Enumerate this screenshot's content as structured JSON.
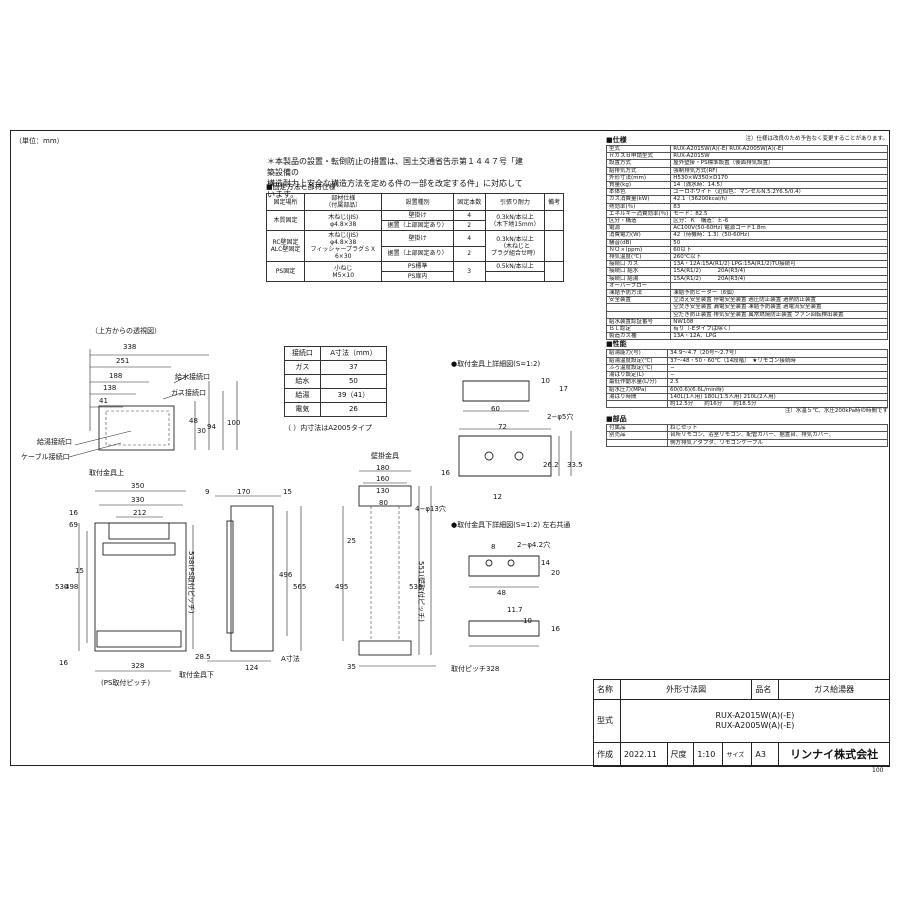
{
  "unit_label": "（単位：mm）",
  "page_number": "100",
  "notes": {
    "line1": "＊本製品の設置・転倒防止の措置は、国土交通省告示第１４４７号「建築設備の",
    "line2": "構造耐力上安全な構造方法を定める件の一部を改定する件」に対応しています。"
  },
  "fixing": {
    "title": "■固定方法と部材仕様",
    "headers": [
      "固定場所",
      "部材仕様\n（付属部品）",
      "設置種別",
      "固定本数",
      "引張り耐力",
      "備考"
    ],
    "rows": [
      {
        "place": "木質固定",
        "material": "木ねじ(JIS)\nφ4.8×38",
        "type1": "壁掛け",
        "type2": "据置（上部固定あり）",
        "n1": "4",
        "n2": "2",
        "force": "0.3kN/本以上\n（木下地15mm）",
        "note": ""
      },
      {
        "place": "RC壁固定\nALC壁固定",
        "material": "木ねじ(JIS)\nφ4.8×38\nフィッシャープラグＳＸ\n6×30",
        "type1": "壁掛け",
        "type2": "据置（上部固定あり）",
        "n1": "4",
        "n2": "2",
        "force": "0.3kN/本以上\n（木ねじと\nプラグ組合せ時）",
        "note": ""
      },
      {
        "place": "PS固定",
        "material": "小ねじ\nM5×10",
        "type1": "PS標準",
        "type2": "PS扉内",
        "n1": "3",
        "n2": "",
        "force": "0.5kN/本以上",
        "note": ""
      }
    ]
  },
  "dim_table": {
    "headers": [
      "接続口",
      "A寸法（mm）"
    ],
    "rows": [
      [
        "ガス",
        "37"
      ],
      [
        "給水",
        "50"
      ],
      [
        "給湯",
        "39（41）"
      ],
      [
        "電気",
        "26"
      ]
    ],
    "footnote": "（ ）内寸法はA2005タイプ"
  },
  "views": {
    "top_view": "（上方からの透視図）",
    "top_dims": [
      "338",
      "251",
      "188",
      "138",
      "41"
    ],
    "water_in": "給水接続口",
    "gas_in": "ガス接続口",
    "hot_out": "給湯接続口",
    "cable_out": "ケーブル接続口",
    "side_dims": [
      "94",
      "48",
      "30",
      "100"
    ],
    "bracket_top": "取付金具上",
    "bracket_bottom": "取付金具下",
    "front_dims": [
      "350",
      "330",
      "212",
      "16",
      "69",
      "530",
      "498",
      "15",
      "16",
      "328",
      "538(PS取付ピッチ)",
      "(PS取付ピッチ)"
    ],
    "side2_dims": [
      "9",
      "170",
      "15",
      "496",
      "565",
      "28.5",
      "124",
      "A寸法"
    ],
    "wall_title": "壁掛金具",
    "wall_dims": [
      "180",
      "160",
      "130",
      "80",
      "4−φ13穴",
      "25",
      "495",
      "535",
      "551(壁取付ピッチ)",
      "35"
    ],
    "pitch": "取付ピッチ328",
    "upper_detail": "●取付金具上詳細図(S=1:2)",
    "upper_dims": [
      "10",
      "17",
      "60",
      "72",
      "2−φ5穴",
      "16",
      "26.2",
      "33.5",
      "12"
    ],
    "lower_detail": "●取付金具下詳細図(S=1:2) 左右共通",
    "lower_dims": [
      "8",
      "2−φ4.2穴",
      "14",
      "20",
      "48",
      "11.7",
      "10",
      "16"
    ]
  },
  "spec": {
    "title": "■仕様",
    "note": "注）仕様は改良のため予告なく変更することがあります。",
    "rows": [
      [
        "型式",
        "RUX-A2015W(A)(-E)   RUX-A2005W(A)(-E)"
      ],
      [
        "ＲガスＢ申請型式",
        "RUX-A2015W"
      ],
      [
        "設置方式",
        "屋外壁掛・PS標準設置（後面排気設置）"
      ],
      [
        "給排気方式",
        "強制排気方式(RF)"
      ],
      [
        "外形寸法(mm)",
        "H530×W350×D170"
      ],
      [
        "質量(kg)",
        "14（満水時：14.5）"
      ],
      [
        "本体色",
        "ユーロホワイト（近似色：マンセルN.5.2Y6.5/0.4）"
      ],
      [
        "ガス消費量(kW)",
        "42.1（36200kcal/h）"
      ],
      [
        "熱効率(％)",
        "83"
      ],
      [
        "エネルギー消費効率(％)",
        "モード：82.5"
      ],
      [
        "区分・構造",
        "区分：Ｋ　構造：Ｅ-6"
      ],
      [
        "電源",
        "AC100V(50-60Hz) 電源コード1.8m"
      ],
      [
        "消費電力(W)",
        "42（待機時：1.3）(50-60Hz)"
      ],
      [
        "騒音(dB)",
        "50"
      ],
      [
        "ＮＯｘ(ppm)",
        "60以下"
      ],
      [
        "排気温度(℃)",
        "260℃以下"
      ],
      [
        "接続口 ガス",
        "13A・12A:15A(R1/2) LPG:15A(R1/2)TU接続可"
      ],
      [
        "接続口 給水",
        "15A(R1/2)　　　20A(R3/4)"
      ],
      [
        "接続口 給湯",
        "15A(R1/2)　　　20A(R3/4)"
      ],
      [
        "オーバーフロー",
        ""
      ],
      [
        "凍結予防方法",
        "凍結予防ヒーター（6個）"
      ],
      [
        "安全装置",
        "立消え安全装置 停電安全装置 過圧防止装置 過熱防止装置"
      ],
      [
        "",
        "空焚き安全装置 漏電安全装置 凍結予防装置 過電流安全装置"
      ],
      [
        "",
        "空だき防止装置 排気安全装置 異常燃焼防止装置 ファン回転検出装置"
      ],
      [
        "給水装置認証番号",
        "NW108"
      ],
      [
        "ＢＬ認定",
        "有り（-Eタイプは除く）"
      ],
      [
        "製造ガス種",
        "13A・12A、LPG"
      ]
    ],
    "perf_title": "■性能",
    "perf_rows": [
      [
        "給湯能力(号)",
        "34.9〜4.7（20号〜2.7号）"
      ],
      [
        "給湯温度設定(℃)",
        "37〜48・50・60℃（14段階）　★リモコン接続時"
      ],
      [
        "ふろ温度設定(℃)",
        "−"
      ],
      [
        "湯はり設定(L)",
        "−"
      ],
      [
        "最低作動水量(L/分)",
        "2.5"
      ],
      [
        "給水圧力(MPa)",
        "60(0.6)(6.6L/min時)"
      ],
      [
        "湯はり時間",
        "140L(1人用)  180L(1.5人用)  210L(2人用)"
      ],
      [
        "",
        "約12.5分　　約16分　　約18.5分"
      ]
    ],
    "perf_note": "注）水温５℃、水圧200kPa時の時間です",
    "parts_title": "■部品",
    "parts_rows": [
      [
        "付属品",
        "ねじセット"
      ],
      [
        "別売品",
        "台所リモコン、浴室リモコン、配管カバー、据置台、排気カバー、"
      ],
      [
        "",
        "側方排気アダプタ、リモコンケーブル"
      ]
    ]
  },
  "title_block": {
    "name_label": "名称",
    "name_value": "外形寸法図",
    "product_label": "品名",
    "product_value": "ガス給湯器",
    "model_label": "型式",
    "model_1": "RUX-A2015W(A)(-E)",
    "model_2": "RUX-A2005W(A)(-E)",
    "made_label": "作成",
    "made_value": "2022.11",
    "scale_label": "尺度",
    "scale_value": "1:10",
    "size_label": "サイズ",
    "size_value": "A3",
    "company": "リンナイ株式会社"
  }
}
